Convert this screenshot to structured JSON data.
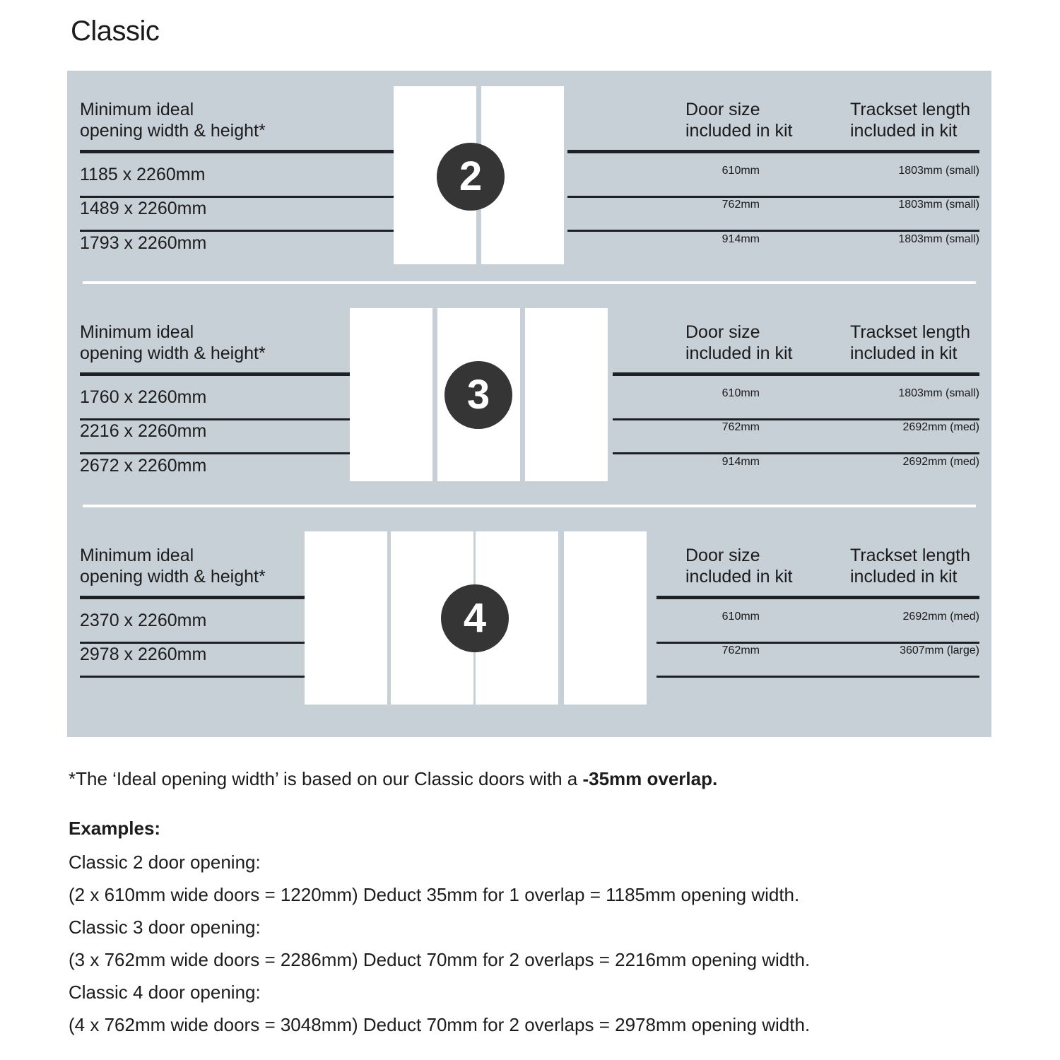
{
  "title": "Classic",
  "headers": {
    "opening": "Minimum ideal\nopening width & height*",
    "door_size": "Door size\nincluded in kit",
    "trackset": "Trackset length\nincluded in kit"
  },
  "colors": {
    "panel_bg": "#c7cfd7",
    "badge_bg": "#353535",
    "door_fill": "#ffffff",
    "rule": "#1d2024",
    "text": "#1c1c1c"
  },
  "sections": [
    {
      "badge": "2",
      "door_count": 2,
      "rows": [
        {
          "opening": "1185 x 2260mm",
          "door_size": "610mm",
          "trackset": "1803mm (small)"
        },
        {
          "opening": "1489 x 2260mm",
          "door_size": "762mm",
          "trackset": "1803mm (small)"
        },
        {
          "opening": "1793 x 2260mm",
          "door_size": "914mm",
          "trackset": "1803mm (small)"
        }
      ]
    },
    {
      "badge": "3",
      "door_count": 3,
      "rows": [
        {
          "opening": "1760 x 2260mm",
          "door_size": "610mm",
          "trackset": "1803mm (small)"
        },
        {
          "opening": "2216 x 2260mm",
          "door_size": "762mm",
          "trackset": "2692mm (med)"
        },
        {
          "opening": "2672 x 2260mm",
          "door_size": "914mm",
          "trackset": "2692mm (med)"
        }
      ]
    },
    {
      "badge": "4",
      "door_count": 4,
      "rows": [
        {
          "opening": "2370 x 2260mm",
          "door_size": "610mm",
          "trackset": "2692mm (med)"
        },
        {
          "opening": "2978 x 2260mm",
          "door_size": "762mm",
          "trackset": "3607mm (large)"
        }
      ]
    }
  ],
  "footnote": {
    "prefix": "*The ‘Ideal opening width’ is based on our Classic doors with a ",
    "emphasis": "-35mm overlap."
  },
  "examples": {
    "label": "Examples:",
    "lines": [
      "Classic 2 door opening:",
      "(2 x 610mm wide doors = 1220mm)  Deduct 35mm for 1 overlap = 1185mm opening width.",
      "Classic 3 door opening:",
      "(3 x 762mm wide doors = 2286mm)  Deduct 70mm for 2 overlaps = 2216mm opening width.",
      "Classic 4 door opening:",
      "(4 x 762mm wide doors = 3048mm)  Deduct 70mm for 2 overlaps = 2978mm opening width."
    ]
  }
}
